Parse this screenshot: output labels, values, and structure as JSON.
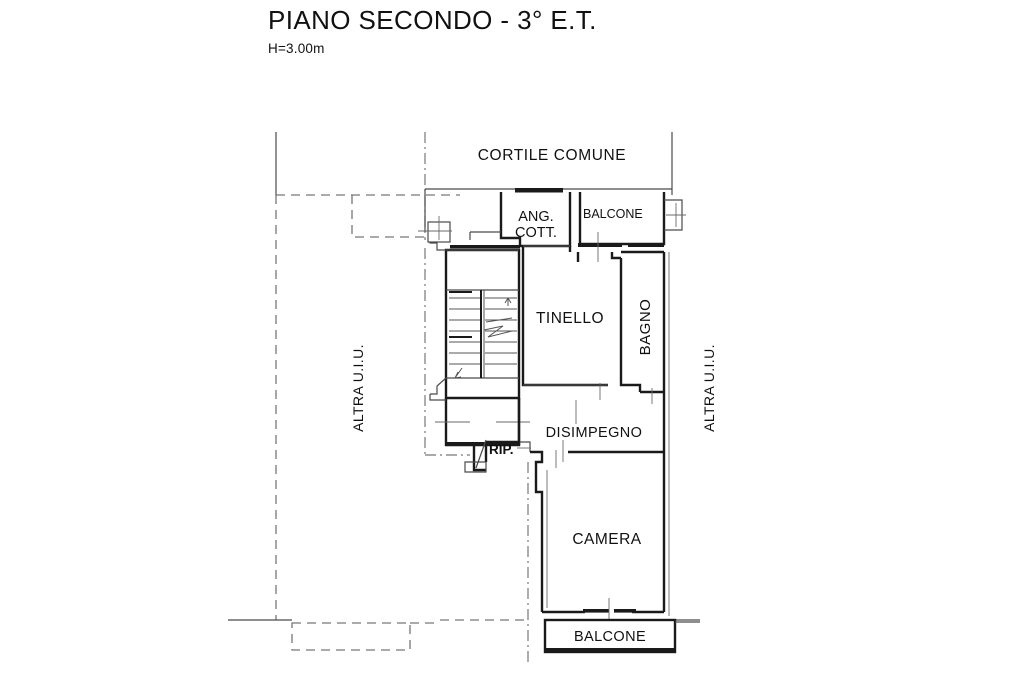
{
  "document": {
    "title": "PIANO SECONDO - 3° E.T.",
    "subtitle": "H=3.00m",
    "type": "architectural-floor-plan"
  },
  "labels": {
    "cortile_comune": "CORTILE COMUNE",
    "ang_cott": "ANG.",
    "ang_cott_2": "COTT.",
    "balcone_top": "BALCONE",
    "tinello": "TINELLO",
    "bagno": "BAGNO",
    "disimpegno": "DISIMPEGNO",
    "rip": "RIP.",
    "camera": "CAMERA",
    "balcone_bottom": "BALCONE",
    "altra_uiu_left": "ALTRA U.I.U.",
    "altra_uiu_right": "ALTRA U.I.U."
  },
  "rooms": [
    {
      "id": "ang-cott",
      "name": "ANG. COTT.",
      "description": "Angolo cottura / kitchenette"
    },
    {
      "id": "balcone-top",
      "name": "BALCONE",
      "description": "Upper balcony off the kitchenette"
    },
    {
      "id": "tinello",
      "name": "TINELLO",
      "description": "Dining / living room"
    },
    {
      "id": "bagno",
      "name": "BAGNO",
      "description": "Bathroom, label rotated vertically"
    },
    {
      "id": "disimpegno",
      "name": "DISIMPEGNO",
      "description": "Hallway / corridor"
    },
    {
      "id": "rip",
      "name": "RIP.",
      "description": "Ripostiglio / storage closet"
    },
    {
      "id": "camera",
      "name": "CAMERA",
      "description": "Bedroom"
    },
    {
      "id": "balcone-bottom",
      "name": "BALCONE",
      "description": "Lower balcony off the bedroom"
    },
    {
      "id": "vano-scala",
      "name": "",
      "description": "Common stairwell with two flights and central landing"
    }
  ],
  "annotations": [
    {
      "id": "cortile-comune",
      "text": "CORTILE COMUNE",
      "note": "Common courtyard above the unit"
    },
    {
      "id": "altra-uiu-left",
      "text": "ALTRA U.I.U.",
      "note": "Adjacent real-estate unit, left, rotated"
    },
    {
      "id": "altra-uiu-right",
      "text": "ALTRA U.I.U.",
      "note": "Adjacent real-estate unit, right, rotated"
    }
  ],
  "colors": {
    "background": "#ffffff",
    "wall": "#1a1a1a",
    "thin_line": "#555555",
    "dashed_line": "#777777",
    "text": "#111111"
  }
}
